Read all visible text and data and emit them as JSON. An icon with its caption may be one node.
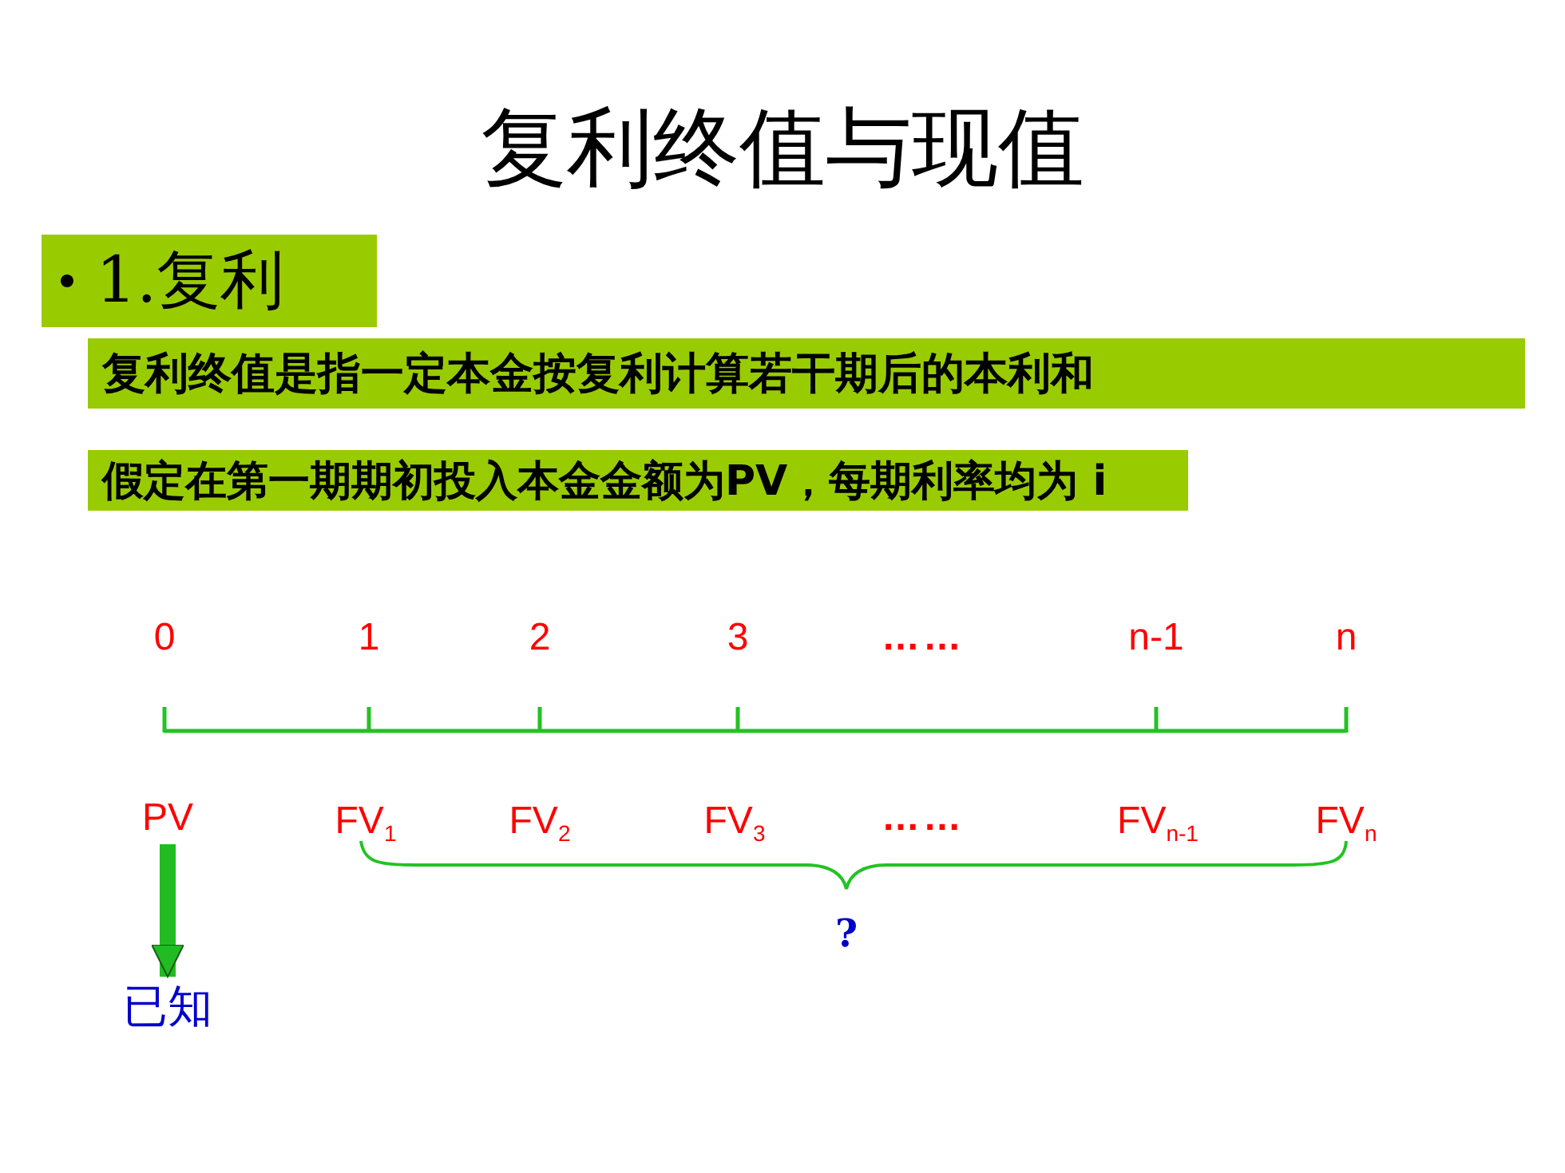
{
  "diagram": {
    "title": "复利终值与现值",
    "nodes": [
      {
        "text": [
          "1.复利"
        ]
      },
      {
        "text": [
          "复利终值是指一定本金按复利计算若干期后的本利和"
        ]
      },
      {
        "text": [
          "假定在第一期期初投入本金金额为PV，每期利率均为 i"
        ]
      },
      {
        "text": [
          "PV"
        ]
      },
      {
        "text": [
          "已知"
        ]
      }
    ],
    "edges": [
      {
        "from": 3,
        "to": 4,
        "arrow": "to"
      }
    ],
    "labels": [
      "0",
      "1",
      "2",
      "3",
      "……",
      "n-1",
      "n",
      "FV$_{1}$",
      "FV$_{2}$",
      "FV$_{3}$",
      "……",
      "FV$_{n-1}$",
      "FV$_{n}$",
      "?"
    ]
  }
}
